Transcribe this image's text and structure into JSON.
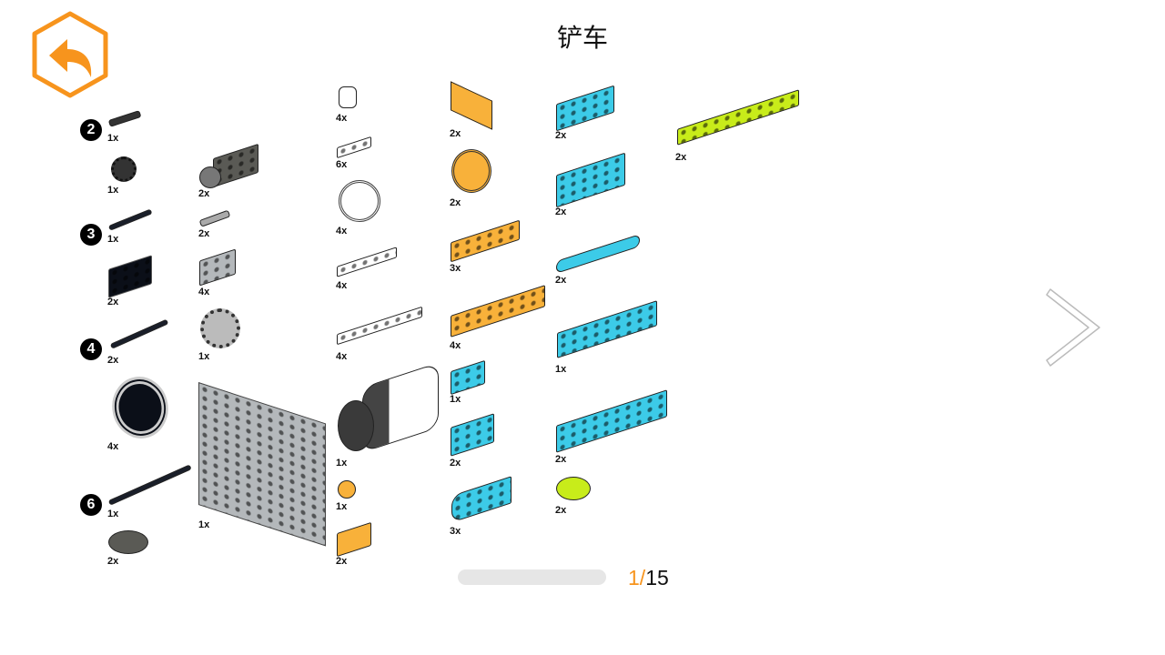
{
  "header": {
    "title": "铲车",
    "back_icon": "back-arrow-hexagon-icon",
    "next_icon": "chevron-right-icon"
  },
  "colors": {
    "accent": "#f7941d",
    "dark_grey": "#5a5a55",
    "light_grey": "#b4b8bb",
    "black": "#0b0f18",
    "white": "#ffffff",
    "orange": "#f8b13a",
    "blue": "#3ccbe8",
    "lime": "#c8ec1a"
  },
  "steps": [
    "2",
    "3",
    "4",
    "6"
  ],
  "parts": [
    {
      "name": "axle-connector",
      "qty": "1x"
    },
    {
      "name": "small-gear",
      "qty": "1x"
    },
    {
      "name": "axle-short",
      "qty": "1x"
    },
    {
      "name": "black-brick-2x2",
      "qty": "2x"
    },
    {
      "name": "axle-with-stop",
      "qty": "2x"
    },
    {
      "name": "tire",
      "qty": "4x"
    },
    {
      "name": "axle-long",
      "qty": "1x"
    },
    {
      "name": "round-tile",
      "qty": "2x"
    },
    {
      "name": "brick-with-ball",
      "qty": "2x"
    },
    {
      "name": "axle-pin",
      "qty": "2x"
    },
    {
      "name": "brick-with-pin",
      "qty": "4x"
    },
    {
      "name": "gear-24",
      "qty": "1x"
    },
    {
      "name": "battery-box",
      "qty": "1x"
    },
    {
      "name": "white-round-brick",
      "qty": "4x"
    },
    {
      "name": "white-plate-1x2",
      "qty": "6x"
    },
    {
      "name": "white-wheel",
      "qty": "4x"
    },
    {
      "name": "white-plate-1x4",
      "qty": "4x"
    },
    {
      "name": "white-plate-1x6",
      "qty": "4x"
    },
    {
      "name": "motor",
      "qty": "1x"
    },
    {
      "name": "orange-ball",
      "qty": "1x"
    },
    {
      "name": "orange-slope-small",
      "qty": "2x"
    },
    {
      "name": "orange-slope",
      "qty": "2x"
    },
    {
      "name": "orange-wheel",
      "qty": "2x"
    },
    {
      "name": "orange-plate-2x4",
      "qty": "3x"
    },
    {
      "name": "orange-plate-2x6",
      "qty": "4x"
    },
    {
      "name": "blue-brick-1x2",
      "qty": "1x"
    },
    {
      "name": "blue-brick-2x2",
      "qty": "2x"
    },
    {
      "name": "blue-hinge-piece",
      "qty": "3x"
    },
    {
      "name": "blue-technic-brick-1x4",
      "qty": "2x"
    },
    {
      "name": "blue-brick-2x4",
      "qty": "2x"
    },
    {
      "name": "blue-l-beam",
      "qty": "2x"
    },
    {
      "name": "blue-wedge-plate",
      "qty": "1x"
    },
    {
      "name": "blue-technic-brick-1x8",
      "qty": "2x"
    },
    {
      "name": "lime-round-plate",
      "qty": "2x"
    },
    {
      "name": "lime-plate-2x10",
      "qty": "2x"
    }
  ],
  "pager": {
    "current": "1",
    "separator": "/",
    "total": "15",
    "progress_fraction": 0
  }
}
